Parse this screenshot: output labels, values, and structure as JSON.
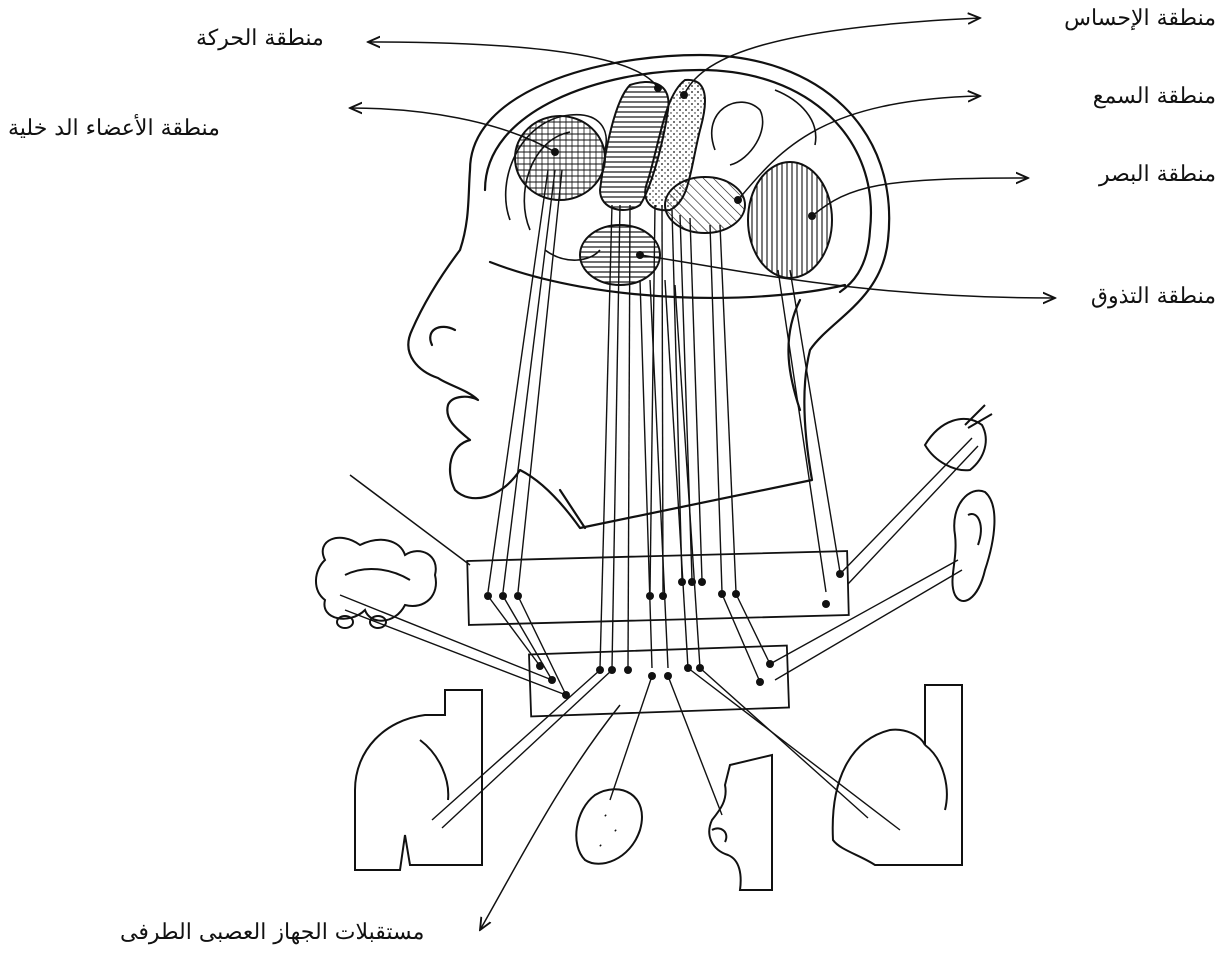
{
  "labels": {
    "motor": "منطقة الحركة",
    "visceral": "منطقة الأعضاء الد خلية",
    "sensation": "منطقة الإحساس",
    "hearing": "منطقة السمع",
    "vision": "منطقة البصر",
    "taste": "منطقة التذوق",
    "receptors": "مستقبلات الجهاز العصبى الطرفى"
  },
  "colors": {
    "ink": "#111111",
    "background": "#ffffff"
  }
}
